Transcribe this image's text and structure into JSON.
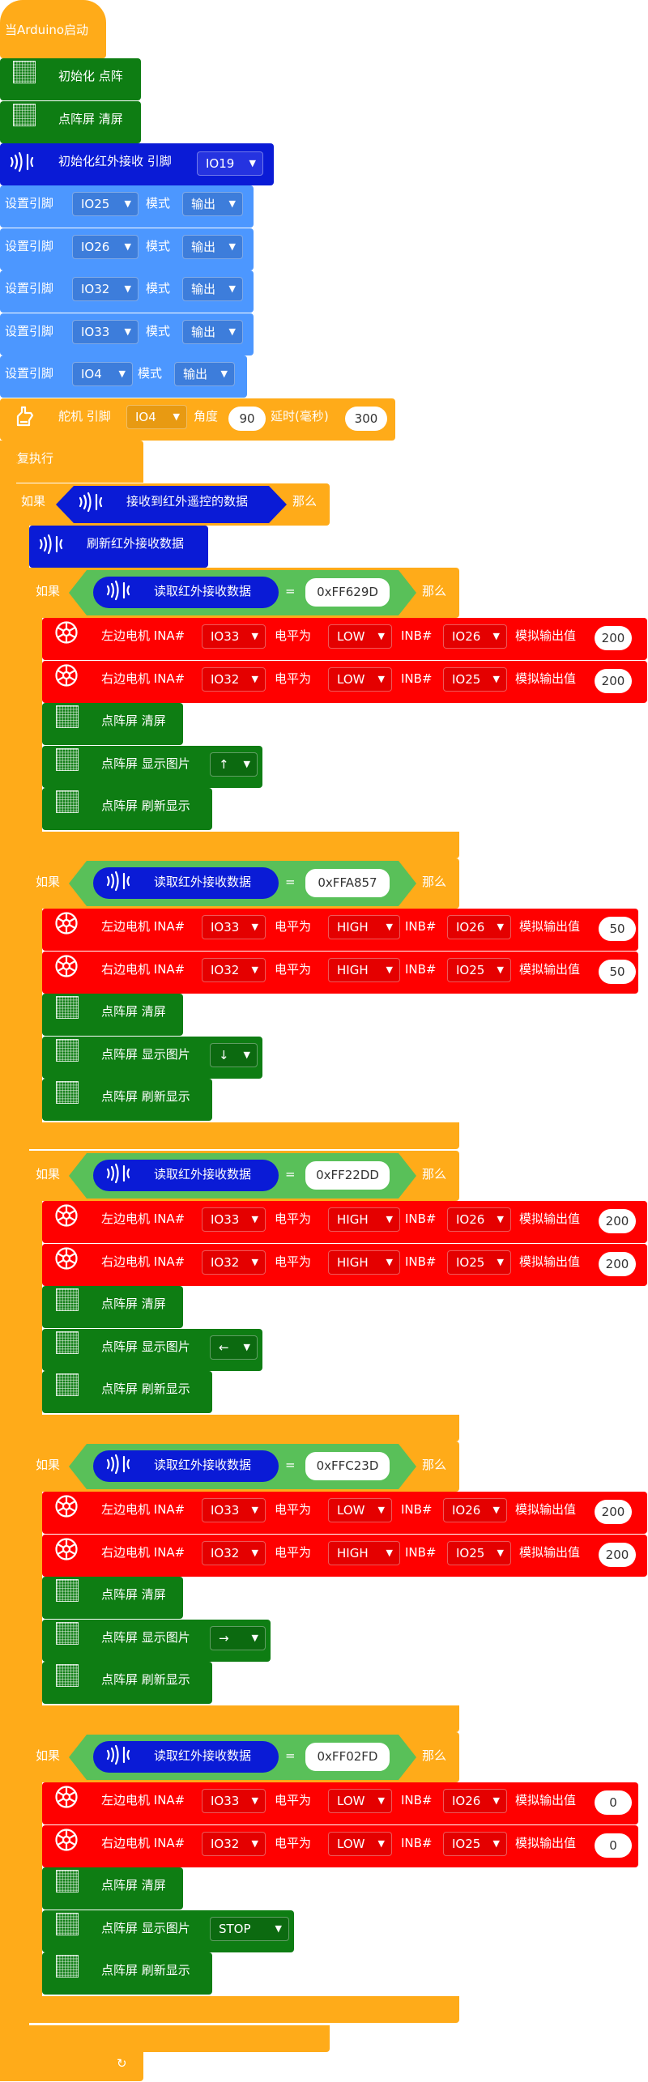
{
  "colors": {
    "control": "#ffab19",
    "matrix": "#0e7d13",
    "ir": "#0a1bd6",
    "pin": "#4c97ff",
    "motor": "#ff0000",
    "logic": "#59c059",
    "servo": "#ffab19"
  },
  "setup": {
    "hat_label": "当Arduino启动",
    "matrix_init": "初始化 点阵",
    "matrix_clear": "点阵屏 清屏",
    "ir_init_label": "初始化红外接收 引脚",
    "ir_init_pin": "IO19",
    "pin_label": "设置引脚",
    "mode_label": "模式",
    "pins": [
      {
        "pin": "IO25",
        "mode": "输出"
      },
      {
        "pin": "IO26",
        "mode": "输出"
      },
      {
        "pin": "IO32",
        "mode": "输出"
      },
      {
        "pin": "IO33",
        "mode": "输出"
      },
      {
        "pin": "IO4",
        "mode": "输出"
      }
    ],
    "servo_label": "舵机 引脚",
    "servo_pin": "IO4",
    "angle_label": "角度",
    "angle": "90",
    "delay_label": "延时(毫秒)",
    "delay": "300"
  },
  "loop": {
    "label": "重复执行",
    "if_label": "如果",
    "then_label": "那么",
    "ir_received": "接收到红外遥控的数据",
    "ir_refresh": "刷新红外接收数据",
    "ir_read": "读取红外接收数据",
    "eq": "=",
    "left_motor": "左边电机 INA#",
    "right_motor": "右边电机 INA#",
    "level_label": "电平为",
    "inb_label": "INB#",
    "analog_label": "模拟输出值",
    "clear_label": "点阵屏 清屏",
    "show_label": "点阵屏 显示图片",
    "refresh_label": "点阵屏 刷新显示",
    "cases": [
      {
        "code": "0xFF629D",
        "left": {
          "ina": "IO33",
          "level": "LOW",
          "inb": "IO26",
          "value": "200"
        },
        "right": {
          "ina": "IO32",
          "level": "LOW",
          "inb": "IO25",
          "value": "200"
        },
        "image": "↑"
      },
      {
        "code": "0xFFA857",
        "left": {
          "ina": "IO33",
          "level": "HIGH",
          "inb": "IO26",
          "value": "50"
        },
        "right": {
          "ina": "IO32",
          "level": "HIGH",
          "inb": "IO25",
          "value": "50"
        },
        "image": "↓"
      },
      {
        "code": "0xFF22DD",
        "left": {
          "ina": "IO33",
          "level": "HIGH",
          "inb": "IO26",
          "value": "200"
        },
        "right": {
          "ina": "IO32",
          "level": "HIGH",
          "inb": "IO25",
          "value": "200"
        },
        "image": "←"
      },
      {
        "code": "0xFFC23D",
        "left": {
          "ina": "IO33",
          "level": "LOW",
          "inb": "IO26",
          "value": "200"
        },
        "right": {
          "ina": "IO32",
          "level": "HIGH",
          "inb": "IO25",
          "value": "200"
        },
        "image": "→"
      },
      {
        "code": "0xFF02FD",
        "left": {
          "ina": "IO33",
          "level": "LOW",
          "inb": "IO26",
          "value": "0"
        },
        "right": {
          "ina": "IO32",
          "level": "LOW",
          "inb": "IO25",
          "value": "0"
        },
        "image": "STOP"
      }
    ]
  }
}
